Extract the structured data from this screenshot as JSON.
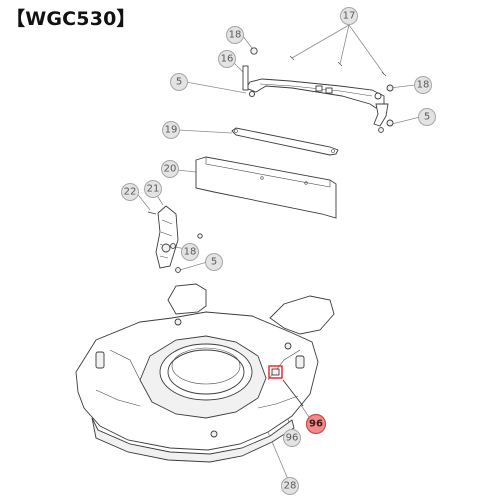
{
  "header": {
    "title": "【WGC530】"
  },
  "callouts": {
    "c17": "17",
    "c18a": "18",
    "c16": "16",
    "c5a": "5",
    "c18b": "18",
    "c5b": "5",
    "c19": "19",
    "c20": "20",
    "c22": "22",
    "c21": "21",
    "c18c": "18",
    "c5c": "5",
    "c96": "96",
    "c96h": "96",
    "c28": "28"
  },
  "colors": {
    "highlight": "#f08b8b",
    "highlight_box": "#e23030",
    "callout": "#e3e3e3"
  }
}
